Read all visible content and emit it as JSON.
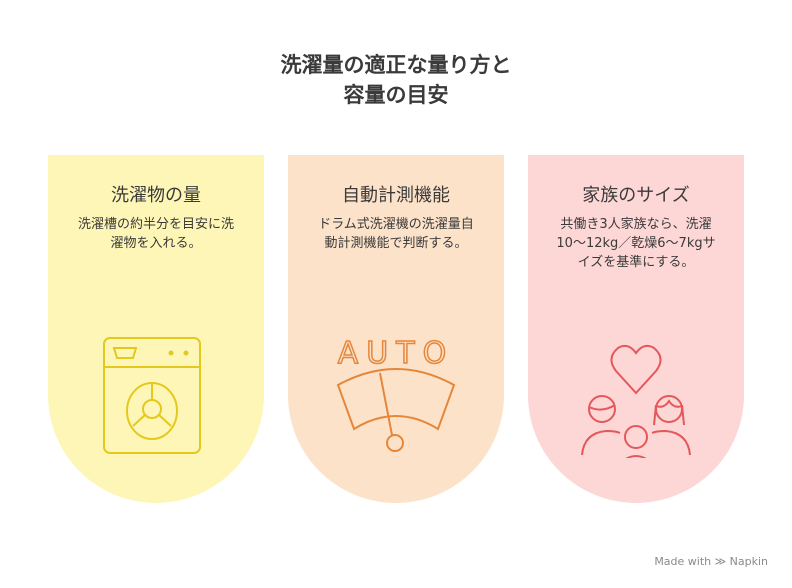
{
  "title_line1": "洗濯量の適正な量り方と",
  "title_line2": "容量の目安",
  "cards": [
    {
      "heading": "洗濯物の量",
      "text": "洗濯槽の約半分を目安に洗濯物を入れる。",
      "icon": "washing-machine-icon",
      "bg": "#FEF6B6",
      "accent": "#E4C81E"
    },
    {
      "heading": "自動計測機能",
      "text": "ドラム式洗濯機の洗濯量自動計測機能で判断する。",
      "icon": "auto-gauge-icon",
      "icon_text": "AUTO",
      "bg": "#FDE2CA",
      "accent": "#E5873A"
    },
    {
      "heading": "家族のサイズ",
      "text": "共働き3人家族なら、洗濯10〜12kg／乾燥6〜7kgサイズを基準にする。",
      "icon": "family-heart-icon",
      "bg": "#FDD7D6",
      "accent": "#E4585B"
    }
  ],
  "footer": "Made with ≫ Napkin"
}
